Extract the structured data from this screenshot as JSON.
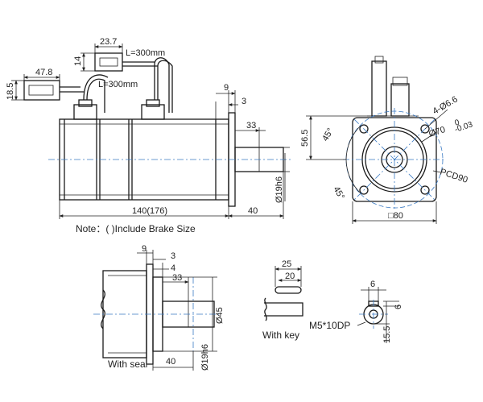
{
  "side_view": {
    "dims": {
      "connector_width": "23.7",
      "connector_height": "14",
      "cable_top": "L=300mm",
      "connector2_width": "47.8",
      "connector2_height": "18.5",
      "cable_left": "L=300mm",
      "flange_gap": "9",
      "flange_thick": "3",
      "shaft_step": "33",
      "height": "56.5",
      "shaft_dia": "Ø19h6",
      "body_length": "140(176)",
      "shaft_length": "40"
    },
    "note": "Note：(  )Include Brake Size"
  },
  "front_view": {
    "dims": {
      "angle_top": "45°",
      "angle_bottom": "45°",
      "holes": "4-Ø6.6",
      "pilot_dia": "Ø70",
      "pilot_tol_upper": "0",
      "pilot_tol_lower": "-0.03",
      "pcd": "PCD90",
      "square": "□80"
    }
  },
  "seal_view": {
    "dims": {
      "gap": "9",
      "thick": "3",
      "step": "4",
      "shaft_step": "33",
      "seal_dia": "Ø45",
      "shaft_length": "40",
      "shaft_dia": "Ø19h6"
    },
    "caption": "With seal"
  },
  "key_view": {
    "dims": {
      "overall": "25",
      "key_length": "20"
    },
    "caption": "With key"
  },
  "tap_view": {
    "dims": {
      "key_width": "6",
      "depth": "6",
      "height": "15.5"
    },
    "thread": "M5*10DP"
  }
}
